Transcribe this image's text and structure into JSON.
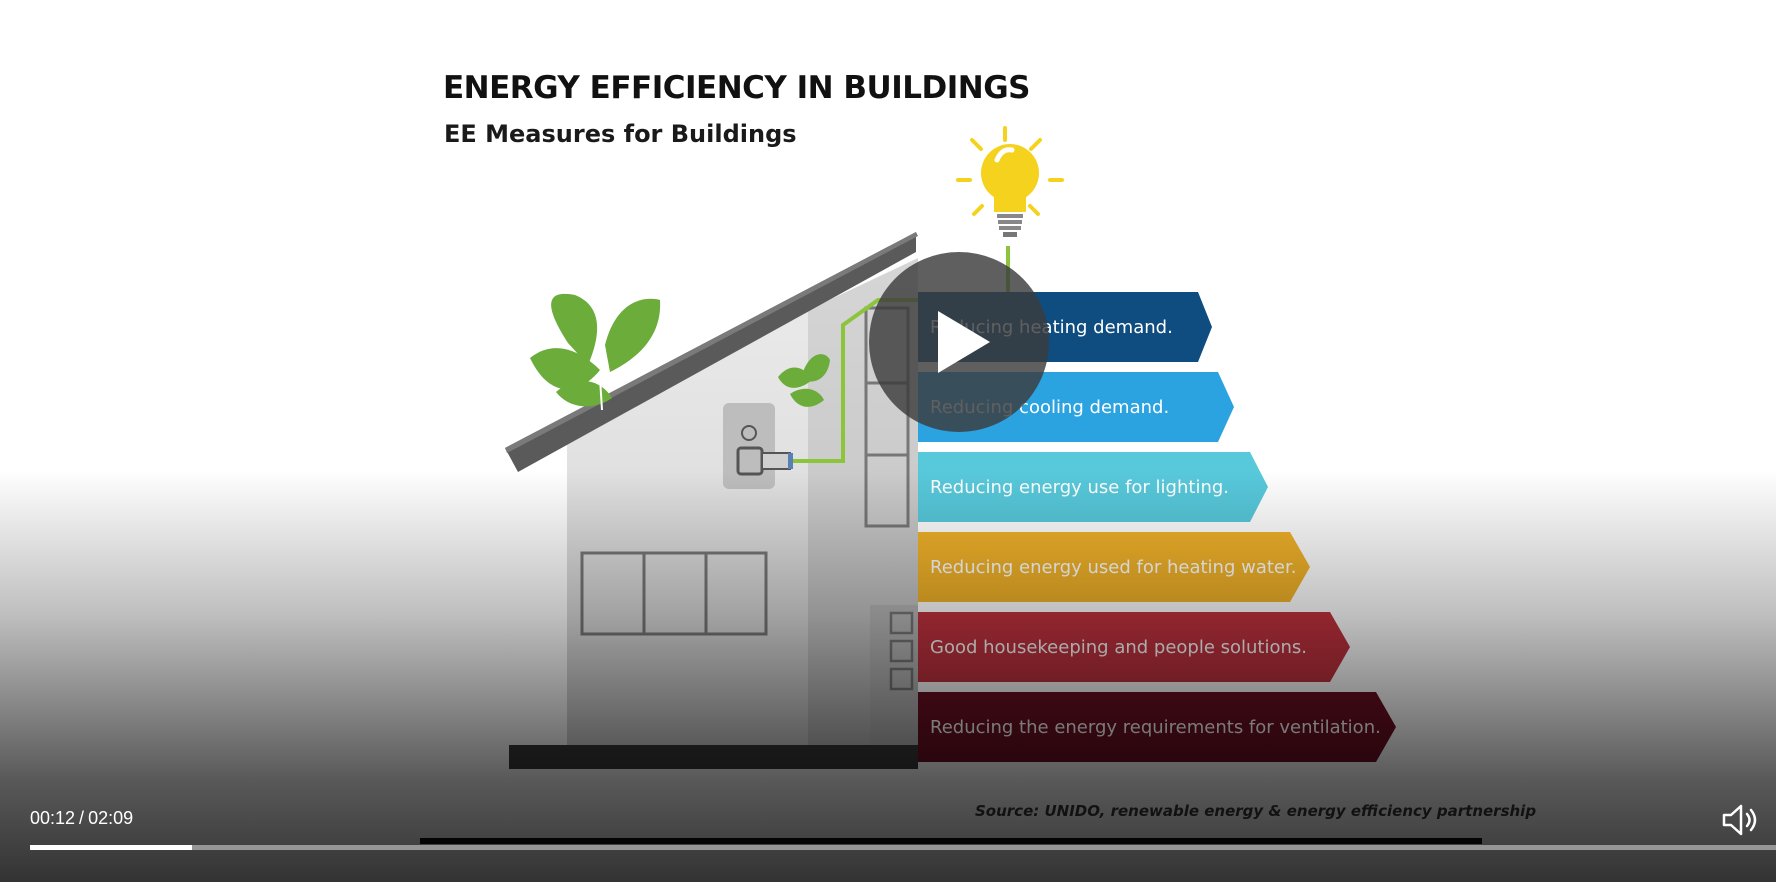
{
  "slide": {
    "title": "ENERGY EFFICIENCY IN BUILDINGS",
    "subtitle": "EE Measures for Buildings",
    "measures": [
      {
        "label": "Reducing heating demand.",
        "color": "#0f4d80"
      },
      {
        "label": "Reducing cooling demand.",
        "color": "#2ba3e0"
      },
      {
        "label": "Reducing energy use for lighting.",
        "color": "#57c9db"
      },
      {
        "label": "Reducing energy used for heating water.",
        "color": "#f2b329"
      },
      {
        "label": "Good housekeeping and people solutions.",
        "color": "#c1323f"
      },
      {
        "label": "Reducing the energy requirements for ventilation.",
        "color": "#6b0f22"
      }
    ],
    "source": "Source: UNIDO, renewable energy & energy efficiency partnership"
  },
  "player": {
    "current_time": "00:12",
    "separator": "/",
    "duration": "02:09",
    "progress_fraction": 0.093,
    "state": "paused"
  },
  "icons": {
    "play": "play-icon",
    "volume": "volume-icon",
    "bulb": "light-bulb-icon",
    "leaf": "leaf-icon",
    "plug": "plug-icon"
  },
  "colors": {
    "leaf": "#6cac3a",
    "bulb": "#f5d21e",
    "wire": "#8cc43c"
  }
}
